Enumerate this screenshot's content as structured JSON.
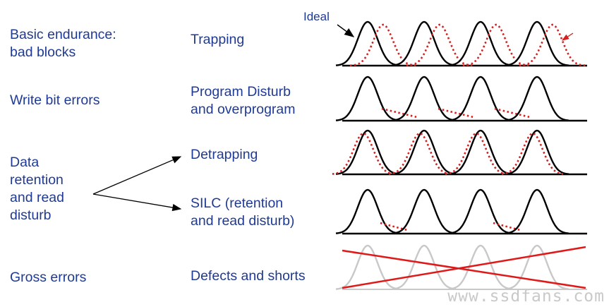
{
  "ideal_label": "Ideal",
  "rows": [
    {
      "category": "Basic endurance:\nbad blocks",
      "mechanism": "Trapping",
      "effect": "shift"
    },
    {
      "category": "Write bit errors",
      "mechanism": "Program Disturb\nand overprogram",
      "effect": "tail-right"
    },
    {
      "category": "Data\nretention\nand read\ndisturb",
      "mechanism": "Detrapping",
      "effect": "shift-left"
    },
    {
      "category": "",
      "mechanism": "SILC (retention\nand read disturb)",
      "effect": "tail-small"
    },
    {
      "category": "Gross errors",
      "mechanism": "Defects and shorts",
      "effect": "crossed"
    }
  ],
  "watermark": "www.ssdfans.com",
  "colors": {
    "text": "#1f3a93",
    "ideal_curve": "#000000",
    "shifted_curve": "#d42020",
    "faded_curve": "#c8c8c8",
    "cross": "#e01818"
  }
}
